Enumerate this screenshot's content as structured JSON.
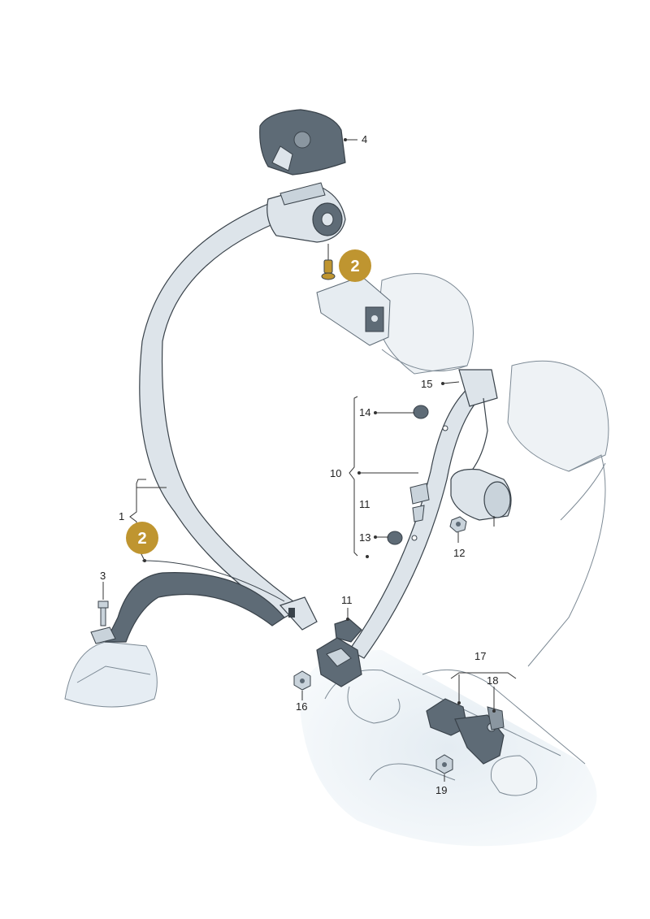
{
  "colors": {
    "part_fill": "#dde4ea",
    "part_dark": "#5e6b76",
    "part_outline": "#39424a",
    "floor_fill": "#eaf0f5",
    "badge_fill": "#bf9530",
    "badge_text": "#ffffff"
  },
  "callouts": {
    "n1": "1",
    "n3": "3",
    "n4": "4",
    "n10": "10",
    "n11a": "11",
    "n11b": "11",
    "n12": "12",
    "n13": "13",
    "n14": "14",
    "n15": "15",
    "n16": "16",
    "n17": "17",
    "n18": "18",
    "n19": "19"
  },
  "badges": {
    "top": "2",
    "left": "2"
  }
}
